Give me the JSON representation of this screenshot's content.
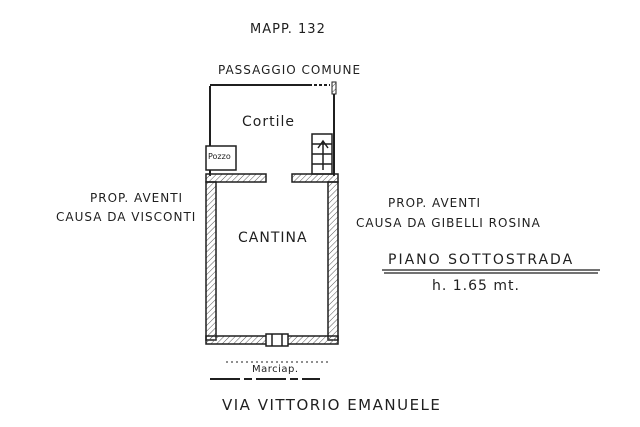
{
  "map_reference": "MAPP. 132",
  "shared_passage": "PASSAGGIO COMUNE",
  "rooms": {
    "courtyard": "Cortile",
    "well": "Pozzo",
    "cellar": "CANTINA"
  },
  "neighbors": {
    "left": {
      "line1": "PROP. AVENTI",
      "line2": "CAUSA DA VISCONTI"
    },
    "right": {
      "line1": "PROP. AVENTI",
      "line2": "CAUSA DA GIBELLI ROSINA"
    }
  },
  "floor": {
    "title": "PIANO SOTTOSTRADA",
    "height": "h. 1.65 mt."
  },
  "sidewalk": "Marciap.",
  "street": "VIA VITTORIO EMANUELE",
  "colors": {
    "ink": "#1f1f1f",
    "paper": "#ffffff",
    "hatch": "#555555"
  }
}
